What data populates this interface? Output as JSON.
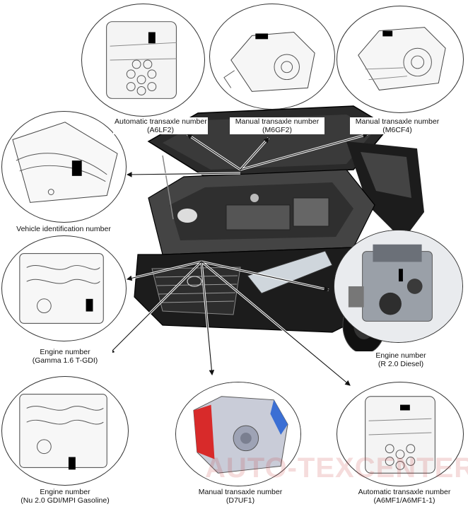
{
  "labels": {
    "auto_a6lf2": {
      "line1": "Automatic transaxle number",
      "line2": "(A6LF2)"
    },
    "manual_m6gf2": {
      "line1": "Manual transaxle number",
      "line2": "(M6GF2)"
    },
    "manual_m6cf4": {
      "line1": "Manual transaxle number",
      "line2": "(M6CF4)"
    },
    "vin": {
      "line1": "Vehicle identification number"
    },
    "engine_gamma": {
      "line1": "Engine number",
      "line2": "(Gamma 1.6 T-GDI)"
    },
    "engine_r20": {
      "line1": "Engine number",
      "line2": "(R 2.0 Diesel)"
    },
    "engine_nu": {
      "line1": "Engine number",
      "line2": "(Nu 2.0 GDI/MPI Gasoline)"
    },
    "manual_d7uf1": {
      "line1": "Manual transaxle number",
      "line2": "(D7UF1)"
    },
    "auto_a6mf1": {
      "line1": "Automatic transaxle number",
      "line2": "(A6MF1/A6MF1-1)"
    }
  },
  "watermark": "AUTO-TEXCENTER.RU",
  "colors": {
    "car_body": "#1c1c1c",
    "transaxle_red": "#d82a2a",
    "transaxle_blue": "#3b6fd4",
    "watermark": "#c83c3c"
  }
}
